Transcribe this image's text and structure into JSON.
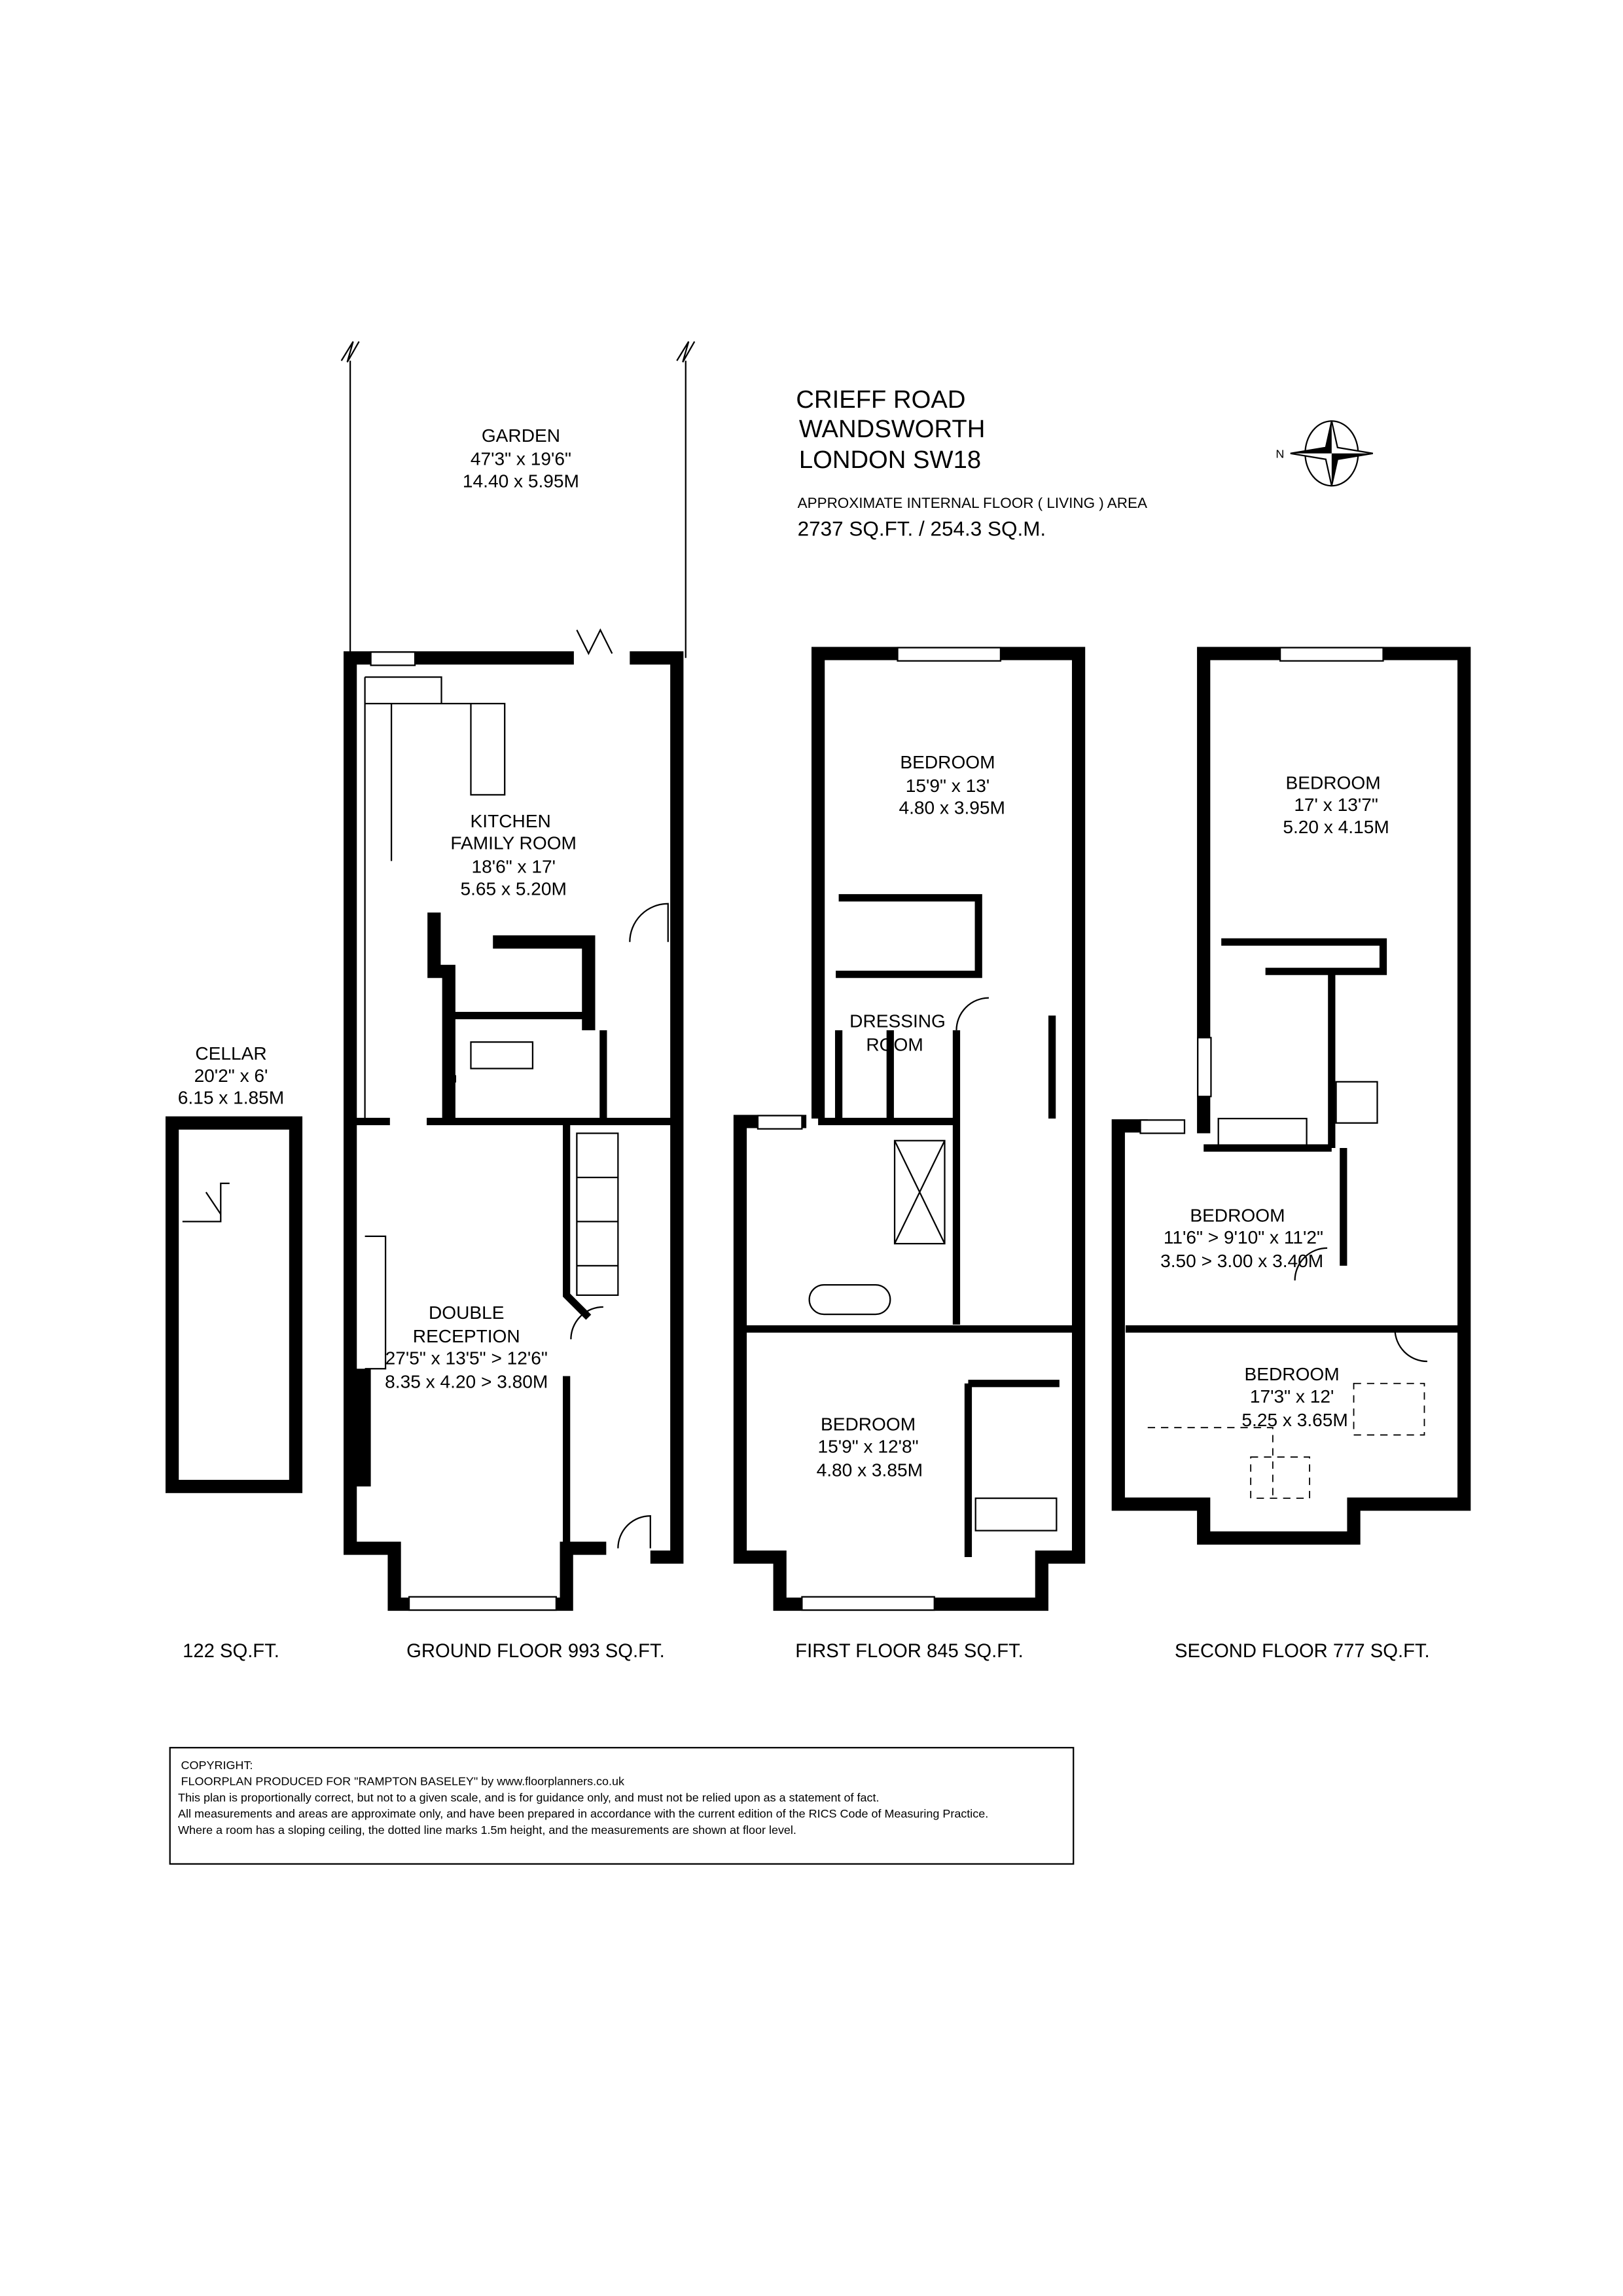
{
  "header": {
    "address_lines": [
      "CRIEFF ROAD",
      "WANDSWORTH",
      "LONDON SW18"
    ],
    "area_caption": "APPROXIMATE INTERNAL FLOOR ( LIVING ) AREA",
    "area_total": "2737 SQ.FT. / 254.3 SQ.M."
  },
  "compass": {
    "icon": "compass-rose-icon",
    "label": "N"
  },
  "rooms": {
    "garden": [
      "GARDEN",
      "47'3\" x 19'6\"",
      "14.40 x 5.95M"
    ],
    "kitchen": [
      "KITCHEN",
      "FAMILY ROOM",
      "18'6\" x 17'",
      "5.65 x 5.20M"
    ],
    "reception": [
      "DOUBLE",
      "RECEPTION",
      "27'5\" x 13'5\" > 12'6\"",
      "8.35 x 4.20 > 3.80M"
    ],
    "cellar": [
      "CELLAR",
      "20'2\" x 6'",
      "6.15 x 1.85M"
    ],
    "first_bedroom_rear": [
      "BEDROOM",
      "15'9\" x 13'",
      "4.80 x 3.95M"
    ],
    "dressing": [
      "DRESSING",
      "ROOM"
    ],
    "first_bedroom_front": [
      "BEDROOM",
      "15'9\" x 12'8\"",
      "4.80 x 3.85M"
    ],
    "second_bedroom_rear": [
      "BEDROOM",
      "17' x 13'7\"",
      "5.20 x 4.15M"
    ],
    "second_bedroom_mid": [
      "BEDROOM",
      "11'6\" > 9'10\" x 11'2\"",
      "3.50 > 3.00 x 3.40M"
    ],
    "second_bedroom_front": [
      "BEDROOM",
      "17'3\" x 12'",
      "5.25 x 3.65M"
    ]
  },
  "floor_labels": {
    "cellar": "122 SQ.FT.",
    "ground": "GROUND FLOOR 993 SQ.FT.",
    "first": "FIRST FLOOR 845 SQ.FT.",
    "second": "SECOND FLOOR 777 SQ.FT."
  },
  "copyright": [
    "COPYRIGHT:",
    "FLOORPLAN PRODUCED FOR \"RAMPTON BASELEY\" by www.floorplanners.co.uk",
    "This plan is proportionally correct, but not to a given scale, and is for guidance only, and must not be relied upon as a statement of fact.",
    "All measurements and areas are approximate only, and have been prepared in accordance with the current edition of the RICS Code of Measuring Practice.",
    "Where a room has a sloping ceiling, the dotted line marks 1.5m height, and the measurements are shown at floor level."
  ]
}
